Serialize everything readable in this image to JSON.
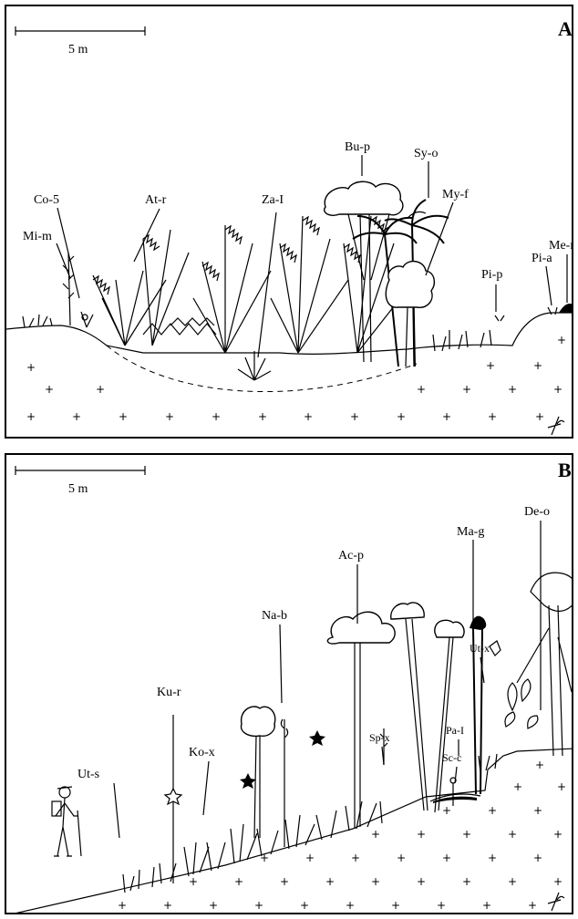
{
  "panels": [
    {
      "letter": "A",
      "scale": "5 m",
      "labels": {
        "mi_m": "Mi-m",
        "co_5": "Co-5",
        "at_r": "At-r",
        "za_i": "Za-I",
        "bu_p": "Bu-p",
        "sy_o": "Sy-o",
        "my_f": "My-f",
        "pi_p": "Pi-p",
        "pi_a": "Pi-a",
        "me_m": "Me-m"
      }
    },
    {
      "letter": "B",
      "scale": "5 m",
      "labels": {
        "ut_s": "Ut-s",
        "ku_r": "Ku-r",
        "ko_x": "Ko-x",
        "na_b": "Na-b",
        "ac_p": "Ac-p",
        "sp_x": "Sp-x",
        "sc_c": "Sc-c",
        "pa_i": "Pa-I",
        "ut_x": "Ut-x",
        "ma_g": "Ma-g",
        "de_o": "De-o"
      }
    }
  ],
  "colors": {
    "ink": "#000000",
    "paper": "#ffffff"
  }
}
